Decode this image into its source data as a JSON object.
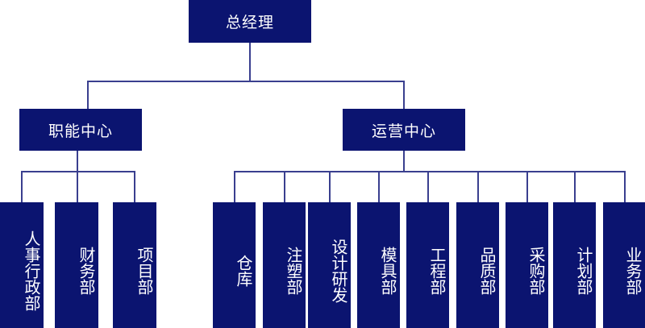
{
  "colors": {
    "box_fill": "#0b1470",
    "box_text": "#ffffff",
    "connector": "#3a3f8f"
  },
  "root": {
    "label": "总经理"
  },
  "centers": [
    {
      "label": "职能中心",
      "departments": [
        "人事行政部",
        "财务部",
        "项目部"
      ]
    },
    {
      "label": "运营中心",
      "departments": [
        "仓库",
        "注塑部",
        "设计研发",
        "模具部",
        "工程部",
        "品质部",
        "采购部",
        "计划部",
        "业务部"
      ]
    }
  ]
}
